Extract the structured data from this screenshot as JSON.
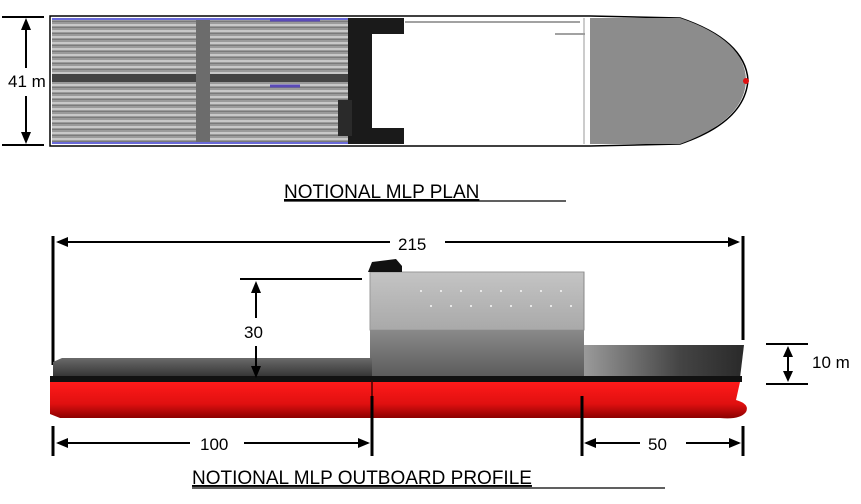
{
  "plan": {
    "title": "NOTIONAL MLP PLAN",
    "beam_label": "41 m"
  },
  "profile": {
    "title": "NOTIONAL MLP OUTBOARD PROFILE",
    "overall_length": "215",
    "superstructure_height": "30",
    "freeboard": "10 m",
    "aft_deck_length": "100",
    "fwd_deck_length": "50"
  },
  "colors": {
    "hull_red": "#e01010",
    "deck_dark": "#3a3a3a",
    "deck_gray": "#8a8a8a",
    "bow_gray": "#8c8c8c",
    "superstructure": "#b8b8b8",
    "dimension_line": "#000000"
  }
}
